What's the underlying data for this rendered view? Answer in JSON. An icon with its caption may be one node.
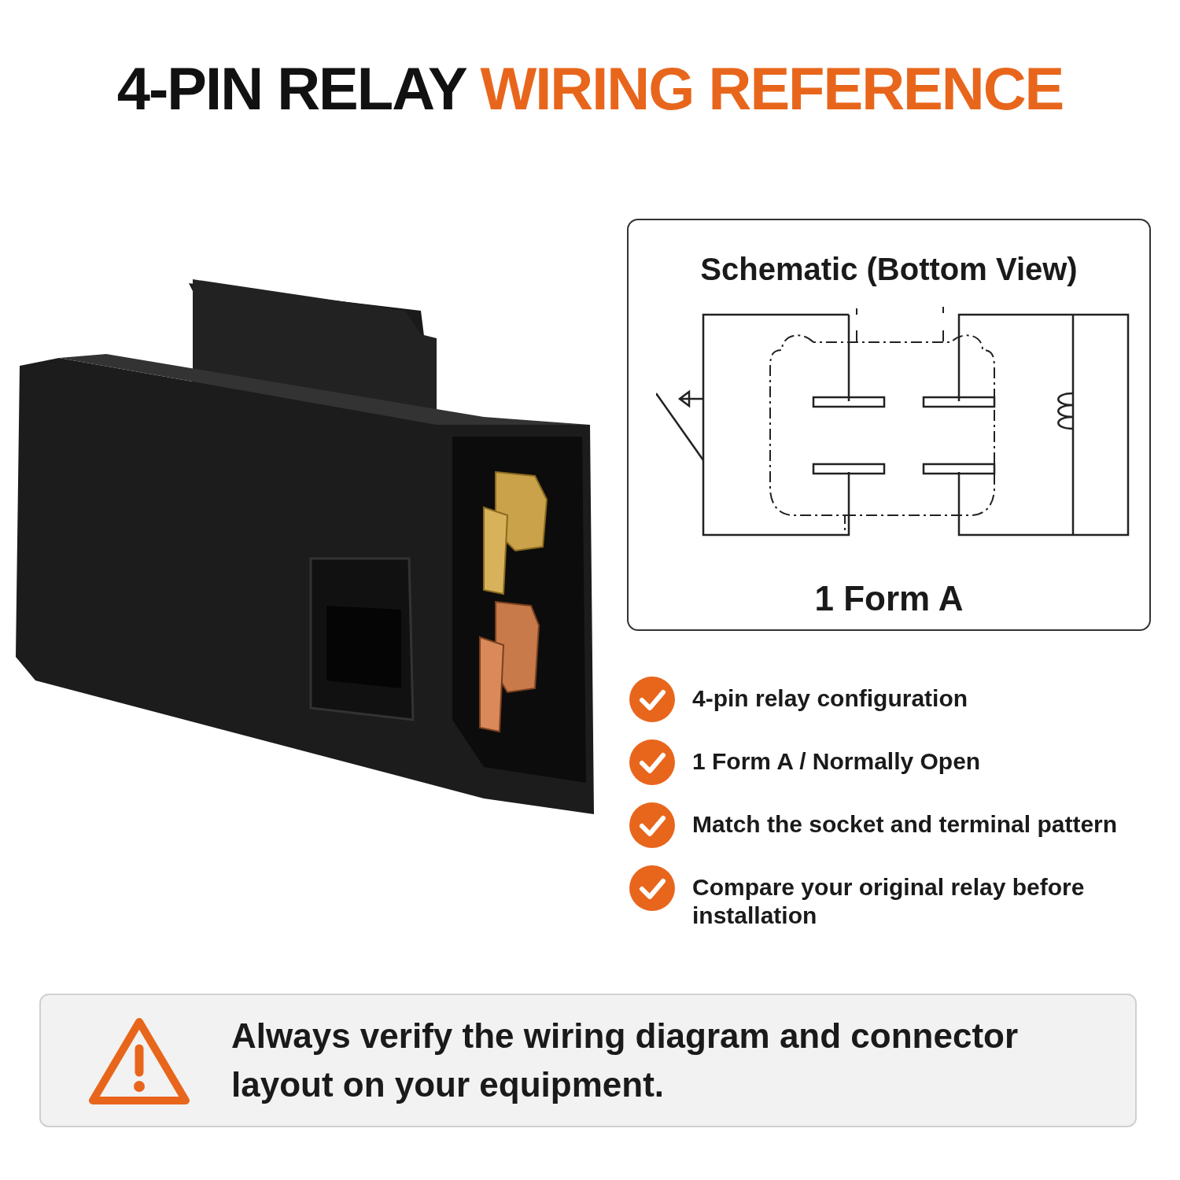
{
  "diagram": {
    "title": "4-PIN RELAY WIRING REFERENCE",
    "nodes": [
      {
        "text": [
          "Schematic (Bottom View)",
          "1 Form A"
        ]
      },
      {
        "text": [
          "Always verify the wiring diagram and connector layout on your equipment."
        ]
      }
    ],
    "labels": [
      "4-pin relay configuration",
      "1 Form A / Normally Open",
      "Match the socket and terminal pattern",
      "Compare your original relay before installation"
    ]
  }
}
